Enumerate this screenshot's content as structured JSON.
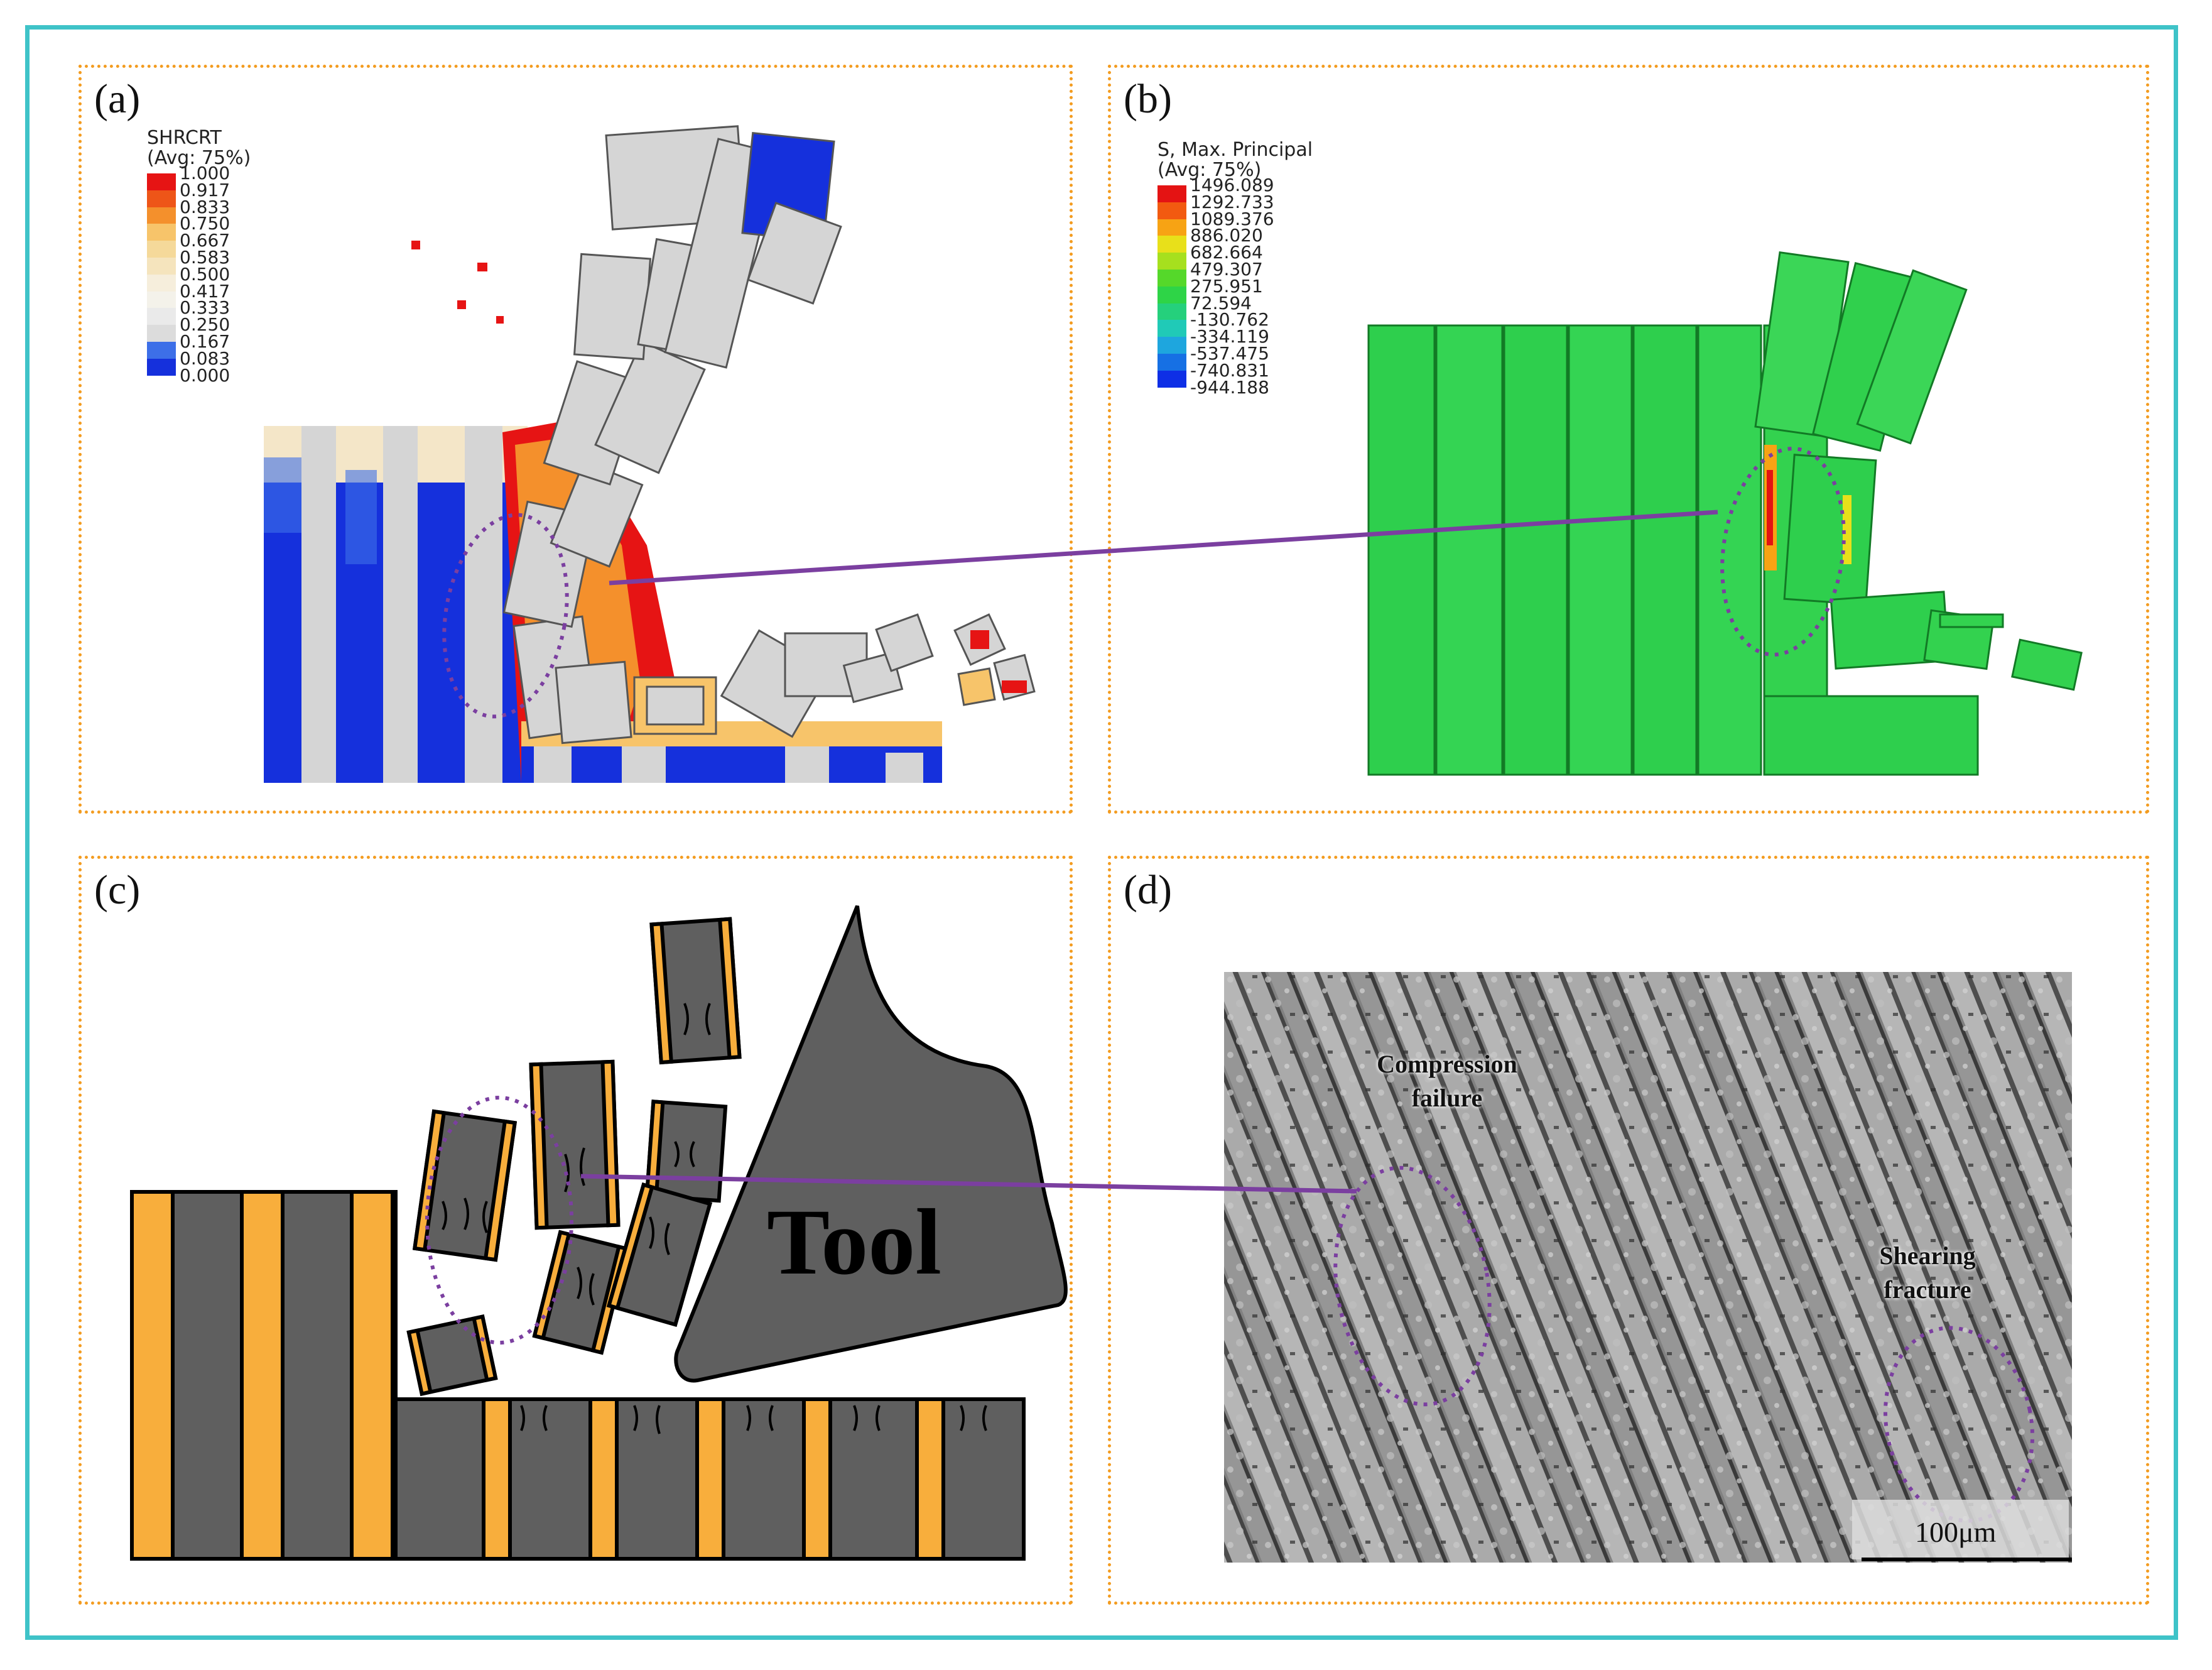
{
  "panels": {
    "a": {
      "label": "(a)",
      "legend": {
        "title": "SHRCRT\n(Avg: 75%)",
        "values": [
          "1.000",
          "0.917",
          "0.833",
          "0.750",
          "0.667",
          "0.583",
          "0.500",
          "0.417",
          "0.333",
          "0.250",
          "0.167",
          "0.083",
          "0.000"
        ],
        "colors": [
          "#e61414",
          "#ee5518",
          "#f4902c",
          "#f7c46a",
          "#f5d99a",
          "#f5e4bd",
          "#f6eedc",
          "#f4f2ea",
          "#eaeaea",
          "#dcdcdc",
          "#3d6fe8",
          "#1530dc"
        ]
      }
    },
    "b": {
      "label": "(b)",
      "legend": {
        "title": "S, Max. Principal\n(Avg: 75%)",
        "values": [
          "1496.089",
          "1292.733",
          "1089.376",
          "886.020",
          "682.664",
          "479.307",
          "275.951",
          "72.594",
          "-130.762",
          "-334.119",
          "-537.475",
          "-740.831",
          "-944.188"
        ],
        "colors": [
          "#e41313",
          "#f25a10",
          "#f7a314",
          "#e8e01a",
          "#a6e01e",
          "#55d82a",
          "#2ed447",
          "#25d07c",
          "#20cab7",
          "#1ea6de",
          "#1670e4",
          "#0e2fe6"
        ]
      }
    },
    "c": {
      "label": "(c)",
      "tool_text": "Tool"
    },
    "d": {
      "label": "(d)",
      "annotation_1": [
        "Compression",
        "failure"
      ],
      "annotation_2": [
        "Shearing",
        "fracture"
      ],
      "scale_bar": "100μm"
    }
  },
  "colors": {
    "frame": "#3fc3c8",
    "panel_border": "#f39c20",
    "connector": "#7b3fa0",
    "fiber_gray": "#5f5f5f",
    "fiber_orange": "#f8ae3c",
    "sim_gray": "#d5d5d5",
    "sim_green": "#2fcf4f"
  }
}
